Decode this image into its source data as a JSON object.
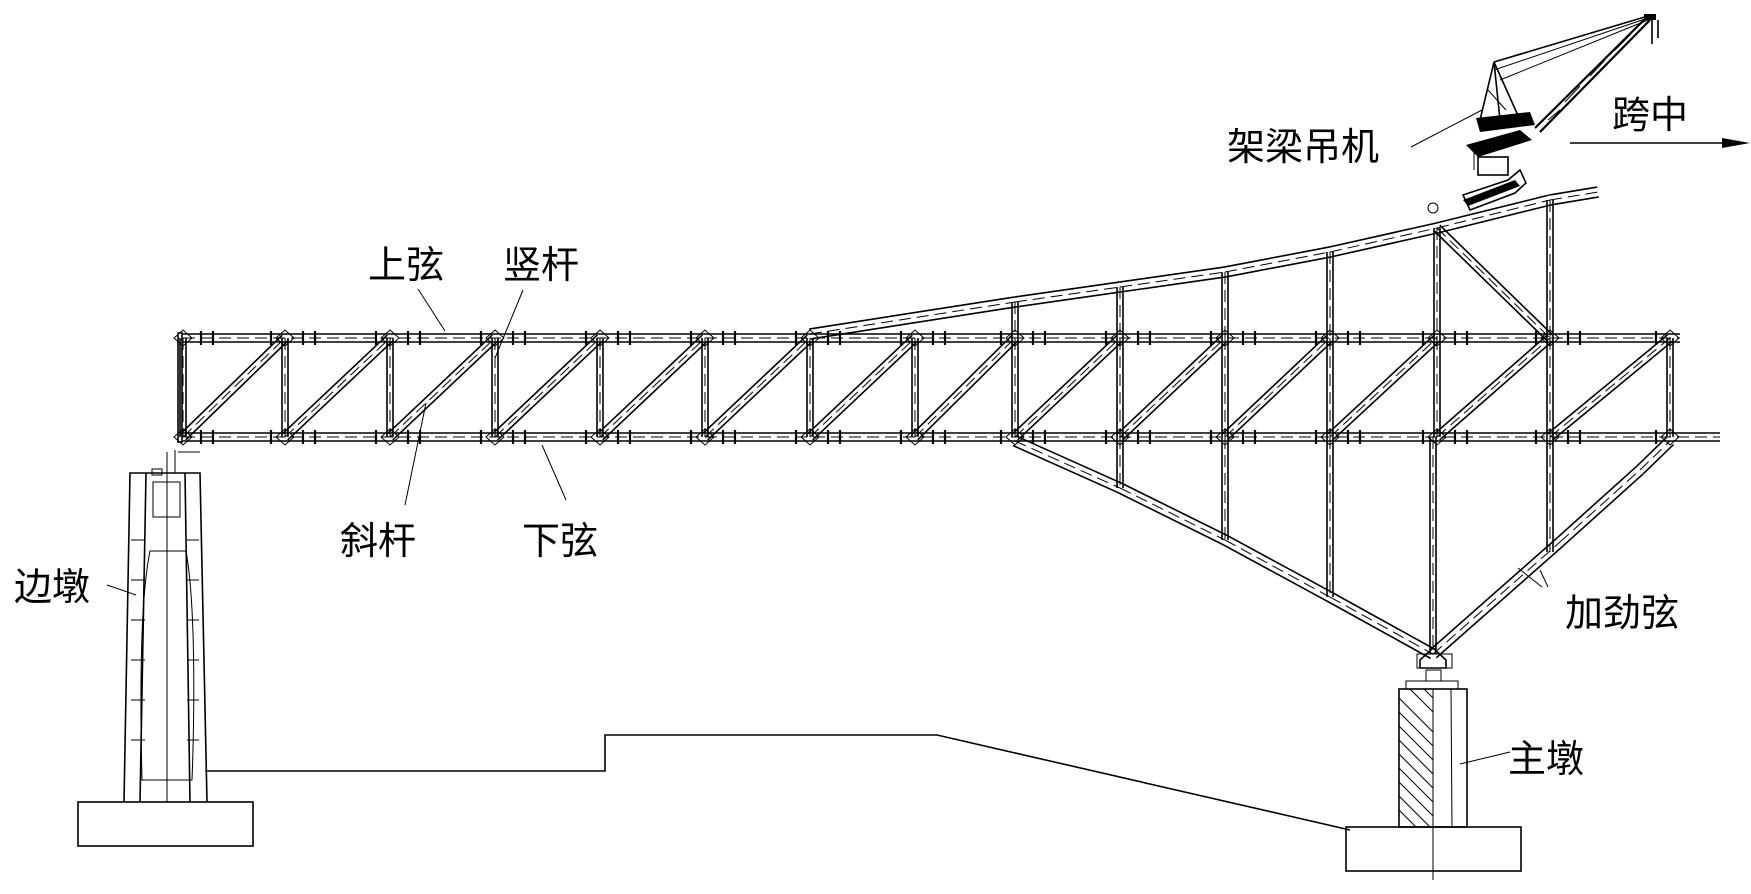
{
  "diagram": {
    "title": "钢桁梁悬臂架设示意",
    "labels": {
      "top_chord": "上弦",
      "vertical_member": "竖杆",
      "diagonal_member": "斜杆",
      "bottom_chord": "下弦",
      "side_pier": "边墩",
      "main_pier": "主墩",
      "stiffening_chord": "加劲弦",
      "erection_crane": "架梁吊机",
      "mid_span": "跨中"
    },
    "direction_arrow": "right",
    "colors": {
      "line": "#000000",
      "background": "#ffffff"
    }
  }
}
